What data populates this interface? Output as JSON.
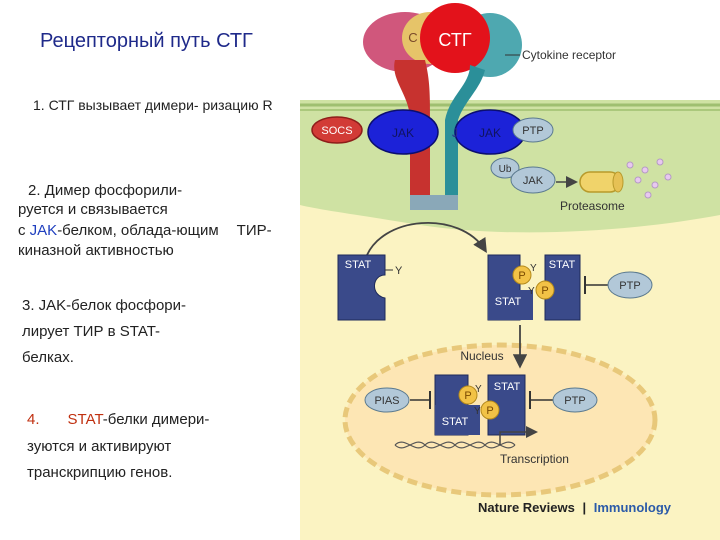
{
  "title": "Рецепторный путь СТГ",
  "step1": "1. СТГ вызывает димери- ризацию R",
  "step2": {
    "line1": "2. Димер фосфорили-",
    "line2": "руется и связывается",
    "line3_pre": "с ",
    "line3_jak": "JAK",
    "line3_post": "-белком, облада-ющим",
    "line3_tir": "ТИР-",
    "line4": "киназной активностью"
  },
  "step3": {
    "line1": "3. JAK-белок фосфори-",
    "line2": "лирует ТИР в STAT-",
    "line3": "белках."
  },
  "step4": {
    "num": "4.",
    "stat": "STAT",
    "line1_post": "-белки димери-",
    "line2": "зуются и активируют",
    "line3": "транскрипцию генов."
  },
  "diagram": {
    "stg_label": "СТГ",
    "c_label": "C",
    "cytokine_receptor": "Cytokine receptor",
    "socs": "SOCS",
    "jak": "JAK",
    "jak_partial": "J",
    "ptp": "PTP",
    "ub": "Ub",
    "proteasome": "Proteasome",
    "stat": "STAT",
    "y": "Y",
    "p": "P",
    "nucleus": "Nucleus",
    "pias": "PIAS",
    "transcription": "Transcription",
    "journal_name": "Nature Reviews",
    "journal_sep": "|",
    "journal_section": "Immunology"
  },
  "colors": {
    "membrane_top": "#c7dd9a",
    "cell": "#fbf3c2",
    "nucleus": "#fde6b4",
    "stat": "#3a4a8a",
    "jak_blue": "#1c22d8",
    "socs_red": "#d23b36",
    "stg_red": "#e3121b",
    "receptor_red": "#c7322f",
    "receptor_teal": "#2b8f99"
  }
}
